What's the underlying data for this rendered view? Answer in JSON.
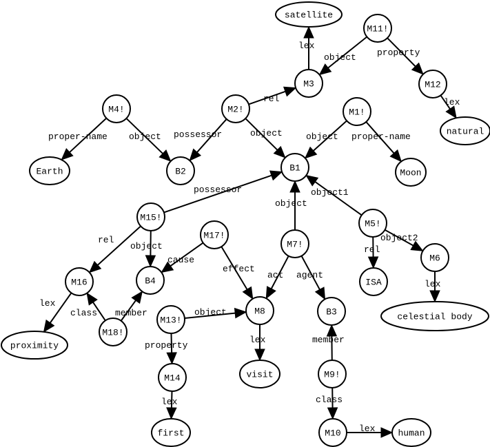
{
  "diagram": {
    "type": "semantic-network",
    "colors": {
      "stroke": "#000000",
      "fill": "#ffffff",
      "text": "#000000"
    },
    "nodes": [
      {
        "id": "satellite",
        "label": "satellite",
        "shape": "ellipse"
      },
      {
        "id": "M11",
        "label": "M11!",
        "shape": "circle"
      },
      {
        "id": "M3",
        "label": "M3",
        "shape": "circle"
      },
      {
        "id": "M12",
        "label": "M12",
        "shape": "circle"
      },
      {
        "id": "natural",
        "label": "natural",
        "shape": "ellipse"
      },
      {
        "id": "M4",
        "label": "M4!",
        "shape": "circle"
      },
      {
        "id": "M2",
        "label": "M2!",
        "shape": "circle"
      },
      {
        "id": "M1",
        "label": "M1!",
        "shape": "circle"
      },
      {
        "id": "Earth",
        "label": "Earth",
        "shape": "ellipse"
      },
      {
        "id": "B2",
        "label": "B2",
        "shape": "circle"
      },
      {
        "id": "B1",
        "label": "B1",
        "shape": "circle"
      },
      {
        "id": "Moon",
        "label": "Moon",
        "shape": "ellipse"
      },
      {
        "id": "M15",
        "label": "M15!",
        "shape": "circle"
      },
      {
        "id": "M17",
        "label": "M17!",
        "shape": "circle"
      },
      {
        "id": "M7",
        "label": "M7!",
        "shape": "circle"
      },
      {
        "id": "M5",
        "label": "M5!",
        "shape": "circle"
      },
      {
        "id": "M16",
        "label": "M16",
        "shape": "circle"
      },
      {
        "id": "B4",
        "label": "B4",
        "shape": "circle"
      },
      {
        "id": "ISA",
        "label": "ISA",
        "shape": "circle"
      },
      {
        "id": "M6",
        "label": "M6",
        "shape": "circle"
      },
      {
        "id": "M8",
        "label": "M8",
        "shape": "circle"
      },
      {
        "id": "B3",
        "label": "B3",
        "shape": "circle"
      },
      {
        "id": "M18",
        "label": "M18!",
        "shape": "circle"
      },
      {
        "id": "M13",
        "label": "M13!",
        "shape": "circle"
      },
      {
        "id": "celestial",
        "label": "celestial body",
        "shape": "ellipse"
      },
      {
        "id": "proximity",
        "label": "proximity",
        "shape": "ellipse"
      },
      {
        "id": "visit",
        "label": "visit",
        "shape": "ellipse"
      },
      {
        "id": "M14",
        "label": "M14",
        "shape": "circle"
      },
      {
        "id": "M9",
        "label": "M9!",
        "shape": "circle"
      },
      {
        "id": "first",
        "label": "first",
        "shape": "ellipse"
      },
      {
        "id": "M10",
        "label": "M10",
        "shape": "circle"
      },
      {
        "id": "human",
        "label": "human",
        "shape": "ellipse"
      }
    ],
    "edges": [
      {
        "from": "M3",
        "to": "satellite",
        "label": "lex"
      },
      {
        "from": "M11",
        "to": "M3",
        "label": "object"
      },
      {
        "from": "M11",
        "to": "M12",
        "label": "property"
      },
      {
        "from": "M12",
        "to": "natural",
        "label": "lex"
      },
      {
        "from": "M2",
        "to": "M3",
        "label": "rel"
      },
      {
        "from": "M4",
        "to": "Earth",
        "label": "proper-name"
      },
      {
        "from": "M4",
        "to": "B2",
        "label": "object"
      },
      {
        "from": "M2",
        "to": "B2",
        "label": "possessor"
      },
      {
        "from": "M2",
        "to": "B1",
        "label": "object"
      },
      {
        "from": "M1",
        "to": "B1",
        "label": "object"
      },
      {
        "from": "M1",
        "to": "Moon",
        "label": "proper-name"
      },
      {
        "from": "M15",
        "to": "B1",
        "label": "possessor"
      },
      {
        "from": "M7",
        "to": "B1",
        "label": "object"
      },
      {
        "from": "M5",
        "to": "B1",
        "label": "object1"
      },
      {
        "from": "M15",
        "to": "M16",
        "label": "rel"
      },
      {
        "from": "M15",
        "to": "B4",
        "label": "object"
      },
      {
        "from": "M17",
        "to": "B4",
        "label": "cause"
      },
      {
        "from": "M17",
        "to": "M8",
        "label": "effect"
      },
      {
        "from": "M7",
        "to": "M8",
        "label": "act"
      },
      {
        "from": "M7",
        "to": "B3",
        "label": "agent"
      },
      {
        "from": "M5",
        "to": "ISA",
        "label": "rel"
      },
      {
        "from": "M5",
        "to": "M6",
        "label": "object2"
      },
      {
        "from": "M6",
        "to": "celestial",
        "label": "lex"
      },
      {
        "from": "M16",
        "to": "proximity",
        "label": "lex"
      },
      {
        "from": "M18",
        "to": "M16",
        "label": "class"
      },
      {
        "from": "M18",
        "to": "B4",
        "label": "member"
      },
      {
        "from": "M13",
        "to": "M8",
        "label": "object"
      },
      {
        "from": "M8",
        "to": "visit",
        "label": "lex"
      },
      {
        "from": "M13",
        "to": "M14",
        "label": "property"
      },
      {
        "from": "M14",
        "to": "first",
        "label": "lex"
      },
      {
        "from": "M9",
        "to": "B3",
        "label": "member"
      },
      {
        "from": "M9",
        "to": "M10",
        "label": "class"
      },
      {
        "from": "M10",
        "to": "human",
        "label": "lex"
      }
    ]
  }
}
